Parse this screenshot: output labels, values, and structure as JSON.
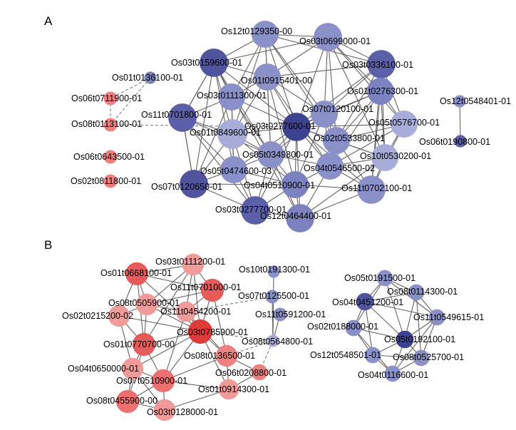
{
  "panels": [
    {
      "letter": "A",
      "groups": [
        {
          "color": "#7a80bd",
          "nodes": [
            {
              "id": "A1",
              "label": "Os12t0129350-00",
              "shade": "#8a90c8",
              "size": 1.0
            },
            {
              "id": "A2",
              "label": "Os03t0699000-01",
              "shade": "#8a90c8",
              "size": 1.05
            },
            {
              "id": "A3",
              "label": "Os03t0159600-01",
              "shade": "#4f549d",
              "size": 1.05
            },
            {
              "id": "A4",
              "label": "Os03t0336100-01",
              "shade": "#5a5fa8",
              "size": 1.05
            },
            {
              "id": "A5",
              "label": "Os01t0915401-00",
              "shade": "#8a90c8",
              "size": 1.0
            },
            {
              "id": "A6",
              "label": "Os03t0111300-01",
              "shade": "#8a90c8",
              "size": 1.0
            },
            {
              "id": "A7",
              "label": "Os01t0276300-01",
              "shade": "#7c82c0",
              "size": 1.0
            },
            {
              "id": "A8",
              "label": "Os07t0120100-01",
              "shade": "#8a90c8",
              "size": 1.0
            },
            {
              "id": "A9",
              "label": "Os11t0701800-01",
              "shade": "#5a5fa8",
              "size": 1.05
            },
            {
              "id": "A10",
              "label": "Os03t0277600-01",
              "shade": "#3d428f",
              "size": 1.05
            },
            {
              "id": "A11",
              "label": "Os01t0849600-01",
              "shade": "#a7acd8",
              "size": 1.1
            },
            {
              "id": "A12",
              "label": "Os02t0533800-01",
              "shade": "#8a90c8",
              "size": 1.0
            },
            {
              "id": "A13",
              "label": "Os05t0576700-01",
              "shade": "#a7acd8",
              "size": 1.0
            },
            {
              "id": "A14",
              "label": "Os05t0349800-01",
              "shade": "#8a90c8",
              "size": 1.0
            },
            {
              "id": "A15",
              "label": "Os10t0530200-01",
              "shade": "#a7acd8",
              "size": 1.0
            },
            {
              "id": "A16",
              "label": "Os05t0474600-03",
              "shade": "#8a90c8",
              "size": 1.0
            },
            {
              "id": "A17",
              "label": "Os04t0546500-02",
              "shade": "#8a90c8",
              "size": 1.0
            },
            {
              "id": "A18",
              "label": "Os07t0120650-01",
              "shade": "#4f549d",
              "size": 1.05
            },
            {
              "id": "A19",
              "label": "Os04t0510900-01",
              "shade": "#7c82c0",
              "size": 1.0
            },
            {
              "id": "A20",
              "label": "Os11t0702100-01",
              "shade": "#8a90c8",
              "size": 1.05
            },
            {
              "id": "A21",
              "label": "Os03t0277700-01",
              "shade": "#5a5fa8",
              "size": 1.05
            },
            {
              "id": "A22",
              "label": "Os12t0464400-01",
              "shade": "#7c82c0",
              "size": 1.05
            },
            {
              "id": "A23",
              "label": "Os01t0136100-01",
              "shade": "#7c82c0",
              "size": 0.45
            },
            {
              "id": "A24",
              "label": "Os12t0548401-01",
              "shade": "#8a90c8",
              "size": 0.45
            },
            {
              "id": "A25",
              "label": "Os06t0190800-01",
              "shade": "#5a5fa8",
              "size": 0.45
            }
          ]
        },
        {
          "color": "#ef7f7f",
          "nodes": [
            {
              "id": "A26",
              "label": "Os06t0711900-01",
              "shade": "#ef8080",
              "size": 0.5
            },
            {
              "id": "A27",
              "label": "Os08t0113100-01",
              "shade": "#ef8080",
              "size": 0.5
            },
            {
              "id": "A28",
              "label": "Os06t0643500-01",
              "shade": "#ef8080",
              "size": 0.5
            },
            {
              "id": "A29",
              "label": "Os02t0811800-01",
              "shade": "#ef8080",
              "size": 0.5
            }
          ]
        }
      ]
    },
    {
      "letter": "B",
      "groups": [
        {
          "color": "#ef7f7f",
          "nodes": [
            {
              "id": "B1",
              "label": "Os03t0111200-01",
              "shade": "#f19a9a",
              "size": 0.8
            },
            {
              "id": "B2",
              "label": "Os01t0668100-01",
              "shade": "#e65a5a",
              "size": 0.85
            },
            {
              "id": "B3",
              "label": "Os11t0701000-01",
              "shade": "#e65a5a",
              "size": 0.85
            },
            {
              "id": "B4",
              "label": "Os08t0505900-01",
              "shade": "#f19a9a",
              "size": 0.8
            },
            {
              "id": "B5",
              "label": "Os11t0454200-01",
              "shade": "#f19a9a",
              "size": 0.75
            },
            {
              "id": "B6",
              "label": "Os02t0215200-02",
              "shade": "#f19a9a",
              "size": 0.8
            },
            {
              "id": "B7",
              "label": "Os03t0785900-01",
              "shade": "#df3b3b",
              "size": 0.9
            },
            {
              "id": "B8",
              "label": "Os01t0770700-00",
              "shade": "#e65a5a",
              "size": 0.85
            },
            {
              "id": "B9",
              "label": "Os08t0136500-01",
              "shade": "#ef8080",
              "size": 0.8
            },
            {
              "id": "B10",
              "label": "Os04t0650000-01",
              "shade": "#f19a9a",
              "size": 0.8
            },
            {
              "id": "B11",
              "label": "Os07t0510900-01",
              "shade": "#ec7070",
              "size": 0.85
            },
            {
              "id": "B12",
              "label": "Os06t0208800-01",
              "shade": "#ef8080",
              "size": 0.6
            },
            {
              "id": "B13",
              "label": "Os01t0914300-01",
              "shade": "#f19a9a",
              "size": 0.75
            },
            {
              "id": "B14",
              "label": "Os08t0455900-00",
              "shade": "#ec7070",
              "size": 0.85
            },
            {
              "id": "B15",
              "label": "Os03t0128000-01",
              "shade": "#f19a9a",
              "size": 0.8
            }
          ]
        },
        {
          "color": "#7a80bd",
          "nodes": [
            {
              "id": "B16",
              "label": "Os10t0191300-01",
              "shade": "#8a90c8",
              "size": 0.45
            },
            {
              "id": "B17",
              "label": "Os07t0125500-01",
              "shade": "#8a90c8",
              "size": 0.5
            },
            {
              "id": "B18",
              "label": "Os11t0591200-01",
              "shade": "#8a90c8",
              "size": 0.5
            },
            {
              "id": "B19",
              "label": "Os08t0564800-01",
              "shade": "#a7acd8",
              "size": 0.45
            },
            {
              "id": "B20",
              "label": "Os05t0191500-01",
              "shade": "#8a90c8",
              "size": 0.6
            },
            {
              "id": "B21",
              "label": "Os08t0114300-01",
              "shade": "#8a90c8",
              "size": 0.6
            },
            {
              "id": "B22",
              "label": "Os04t0451200-01",
              "shade": "#4f549d",
              "size": 0.65
            },
            {
              "id": "B23",
              "label": "Os11t0549615-01",
              "shade": "#8a90c8",
              "size": 0.6
            },
            {
              "id": "B24",
              "label": "Os02t0188000-01",
              "shade": "#8a90c8",
              "size": 0.6
            },
            {
              "id": "B25",
              "label": "Os05t0192100-01",
              "shade": "#3d428f",
              "size": 0.65
            },
            {
              "id": "B26",
              "label": "Os12t0548501-01",
              "shade": "#8a90c8",
              "size": 0.6
            },
            {
              "id": "B27",
              "label": "Os08t0525700-01",
              "shade": "#8a90c8",
              "size": 0.6
            },
            {
              "id": "B28",
              "label": "Os04t0116600-01",
              "shade": "#8a90c8",
              "size": 0.6
            }
          ]
        }
      ]
    }
  ],
  "edges": {
    "solid": [
      [
        "A1",
        "A2"
      ],
      [
        "A1",
        "A3"
      ],
      [
        "A1",
        "A4"
      ],
      [
        "A1",
        "A5"
      ],
      [
        "A1",
        "A6"
      ],
      [
        "A1",
        "A8"
      ],
      [
        "A1",
        "A10"
      ],
      [
        "A1",
        "A11"
      ],
      [
        "A1",
        "A12"
      ],
      [
        "A1",
        "A14"
      ],
      [
        "A2",
        "A3"
      ],
      [
        "A2",
        "A4"
      ],
      [
        "A2",
        "A5"
      ],
      [
        "A2",
        "A7"
      ],
      [
        "A2",
        "A8"
      ],
      [
        "A2",
        "A10"
      ],
      [
        "A2",
        "A12"
      ],
      [
        "A2",
        "A13"
      ],
      [
        "A2",
        "A15"
      ],
      [
        "A3",
        "A5"
      ],
      [
        "A3",
        "A6"
      ],
      [
        "A3",
        "A9"
      ],
      [
        "A3",
        "A10"
      ],
      [
        "A3",
        "A11"
      ],
      [
        "A3",
        "A14"
      ],
      [
        "A3",
        "A16"
      ],
      [
        "A3",
        "A18"
      ],
      [
        "A3",
        "A22"
      ],
      [
        "A4",
        "A5"
      ],
      [
        "A4",
        "A7"
      ],
      [
        "A4",
        "A8"
      ],
      [
        "A4",
        "A10"
      ],
      [
        "A4",
        "A12"
      ],
      [
        "A4",
        "A13"
      ],
      [
        "A4",
        "A15"
      ],
      [
        "A4",
        "A20"
      ],
      [
        "A5",
        "A6"
      ],
      [
        "A5",
        "A8"
      ],
      [
        "A5",
        "A10"
      ],
      [
        "A5",
        "A11"
      ],
      [
        "A5",
        "A14"
      ],
      [
        "A5",
        "A17"
      ],
      [
        "A5",
        "A19"
      ],
      [
        "A6",
        "A9"
      ],
      [
        "A6",
        "A10"
      ],
      [
        "A6",
        "A11"
      ],
      [
        "A6",
        "A14"
      ],
      [
        "A6",
        "A16"
      ],
      [
        "A6",
        "A18"
      ],
      [
        "A7",
        "A8"
      ],
      [
        "A7",
        "A10"
      ],
      [
        "A7",
        "A12"
      ],
      [
        "A7",
        "A13"
      ],
      [
        "A7",
        "A15"
      ],
      [
        "A7",
        "A17"
      ],
      [
        "A7",
        "A20"
      ],
      [
        "A8",
        "A10"
      ],
      [
        "A8",
        "A12"
      ],
      [
        "A8",
        "A14"
      ],
      [
        "A8",
        "A17"
      ],
      [
        "A8",
        "A19"
      ],
      [
        "A9",
        "A11"
      ],
      [
        "A9",
        "A14"
      ],
      [
        "A9",
        "A16"
      ],
      [
        "A9",
        "A18"
      ],
      [
        "A9",
        "A21"
      ],
      [
        "A10",
        "A11"
      ],
      [
        "A10",
        "A12"
      ],
      [
        "A10",
        "A13"
      ],
      [
        "A10",
        "A14"
      ],
      [
        "A10",
        "A15"
      ],
      [
        "A10",
        "A16"
      ],
      [
        "A10",
        "A17"
      ],
      [
        "A10",
        "A19"
      ],
      [
        "A10",
        "A20"
      ],
      [
        "A10",
        "A21"
      ],
      [
        "A10",
        "A22"
      ],
      [
        "A11",
        "A14"
      ],
      [
        "A11",
        "A16"
      ],
      [
        "A11",
        "A18"
      ],
      [
        "A11",
        "A19"
      ],
      [
        "A11",
        "A21"
      ],
      [
        "A12",
        "A13"
      ],
      [
        "A12",
        "A15"
      ],
      [
        "A12",
        "A17"
      ],
      [
        "A12",
        "A20"
      ],
      [
        "A13",
        "A15"
      ],
      [
        "A13",
        "A17"
      ],
      [
        "A13",
        "A20"
      ],
      [
        "A14",
        "A16"
      ],
      [
        "A14",
        "A17"
      ],
      [
        "A14",
        "A19"
      ],
      [
        "A14",
        "A21"
      ],
      [
        "A14",
        "A22"
      ],
      [
        "A15",
        "A17"
      ],
      [
        "A15",
        "A20"
      ],
      [
        "A15",
        "A22"
      ],
      [
        "A16",
        "A18"
      ],
      [
        "A16",
        "A19"
      ],
      [
        "A16",
        "A21"
      ],
      [
        "A17",
        "A19"
      ],
      [
        "A17",
        "A20"
      ],
      [
        "A17",
        "A22"
      ],
      [
        "A18",
        "A19"
      ],
      [
        "A18",
        "A21"
      ],
      [
        "A19",
        "A21"
      ],
      [
        "A19",
        "A22"
      ],
      [
        "A19",
        "A20"
      ],
      [
        "A20",
        "A22"
      ],
      [
        "A21",
        "A22"
      ],
      [
        "A9",
        "A3"
      ],
      [
        "A18",
        "A9"
      ],
      [
        "A24",
        "A25"
      ],
      [
        "B1",
        "B2"
      ],
      [
        "B1",
        "B3"
      ],
      [
        "B1",
        "B4"
      ],
      [
        "B1",
        "B5"
      ],
      [
        "B1",
        "B7"
      ],
      [
        "B1",
        "B8"
      ],
      [
        "B2",
        "B4"
      ],
      [
        "B2",
        "B6"
      ],
      [
        "B2",
        "B7"
      ],
      [
        "B2",
        "B8"
      ],
      [
        "B2",
        "B3"
      ],
      [
        "B3",
        "B5"
      ],
      [
        "B3",
        "B7"
      ],
      [
        "B3",
        "B9"
      ],
      [
        "B3",
        "B4"
      ],
      [
        "B4",
        "B6"
      ],
      [
        "B4",
        "B7"
      ],
      [
        "B4",
        "B8"
      ],
      [
        "B4",
        "B5"
      ],
      [
        "B5",
        "B7"
      ],
      [
        "B5",
        "B9"
      ],
      [
        "B5",
        "B11"
      ],
      [
        "B6",
        "B8"
      ],
      [
        "B6",
        "B10"
      ],
      [
        "B6",
        "B7"
      ],
      [
        "B7",
        "B8"
      ],
      [
        "B7",
        "B9"
      ],
      [
        "B7",
        "B11"
      ],
      [
        "B7",
        "B13"
      ],
      [
        "B7",
        "B10"
      ],
      [
        "B8",
        "B10"
      ],
      [
        "B8",
        "B11"
      ],
      [
        "B8",
        "B14"
      ],
      [
        "B9",
        "B11"
      ],
      [
        "B9",
        "B12"
      ],
      [
        "B9",
        "B13"
      ],
      [
        "B10",
        "B11"
      ],
      [
        "B10",
        "B14"
      ],
      [
        "B10",
        "B15"
      ],
      [
        "B11",
        "B13"
      ],
      [
        "B11",
        "B14"
      ],
      [
        "B11",
        "B15"
      ],
      [
        "B12",
        "B13"
      ],
      [
        "B13",
        "B15"
      ],
      [
        "B14",
        "B15"
      ],
      [
        "B16",
        "B19"
      ],
      [
        "B17",
        "B19"
      ],
      [
        "B18",
        "B19"
      ],
      [
        "B20",
        "B21"
      ],
      [
        "B20",
        "B22"
      ],
      [
        "B20",
        "B23"
      ],
      [
        "B20",
        "B24"
      ],
      [
        "B20",
        "B25"
      ],
      [
        "B21",
        "B22"
      ],
      [
        "B21",
        "B23"
      ],
      [
        "B21",
        "B25"
      ],
      [
        "B21",
        "B27"
      ],
      [
        "B22",
        "B24"
      ],
      [
        "B22",
        "B25"
      ],
      [
        "B22",
        "B26"
      ],
      [
        "B22",
        "B23"
      ],
      [
        "B23",
        "B25"
      ],
      [
        "B23",
        "B27"
      ],
      [
        "B23",
        "B28"
      ],
      [
        "B24",
        "B25"
      ],
      [
        "B24",
        "B26"
      ],
      [
        "B24",
        "B28"
      ],
      [
        "B25",
        "B26"
      ],
      [
        "B25",
        "B27"
      ],
      [
        "B25",
        "B28"
      ],
      [
        "B26",
        "B28"
      ],
      [
        "B27",
        "B28"
      ],
      [
        "B26",
        "B27"
      ]
    ],
    "dashed": [
      [
        "A23",
        "A26"
      ],
      [
        "A23",
        "A27"
      ],
      [
        "A26",
        "A27"
      ],
      [
        "A27",
        "A10"
      ],
      [
        "B5",
        "B17"
      ],
      [
        "B7",
        "B19"
      ],
      [
        "B9",
        "B19"
      ],
      [
        "B12",
        "B19"
      ]
    ]
  }
}
